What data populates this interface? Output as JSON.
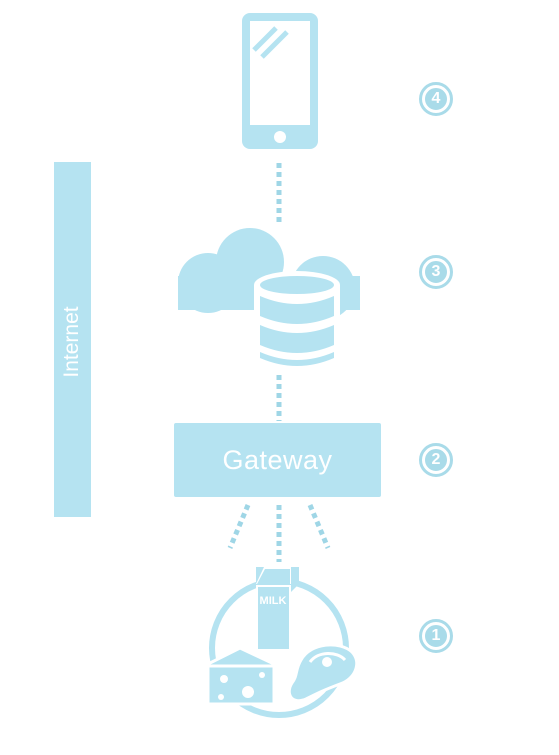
{
  "colors": {
    "accent": "#b5e3f1",
    "line": "#9fd6e6",
    "white": "#ffffff"
  },
  "network": {
    "internet_label": "Internet",
    "gateway_label": "Gateway"
  },
  "icons": {
    "device": "smartphone-icon",
    "cloud": "cloud-database-icon",
    "goods": "groceries-icon",
    "milk_text": "MILK"
  },
  "steps": [
    {
      "label": "1"
    },
    {
      "label": "2"
    },
    {
      "label": "3"
    },
    {
      "label": "4"
    }
  ]
}
